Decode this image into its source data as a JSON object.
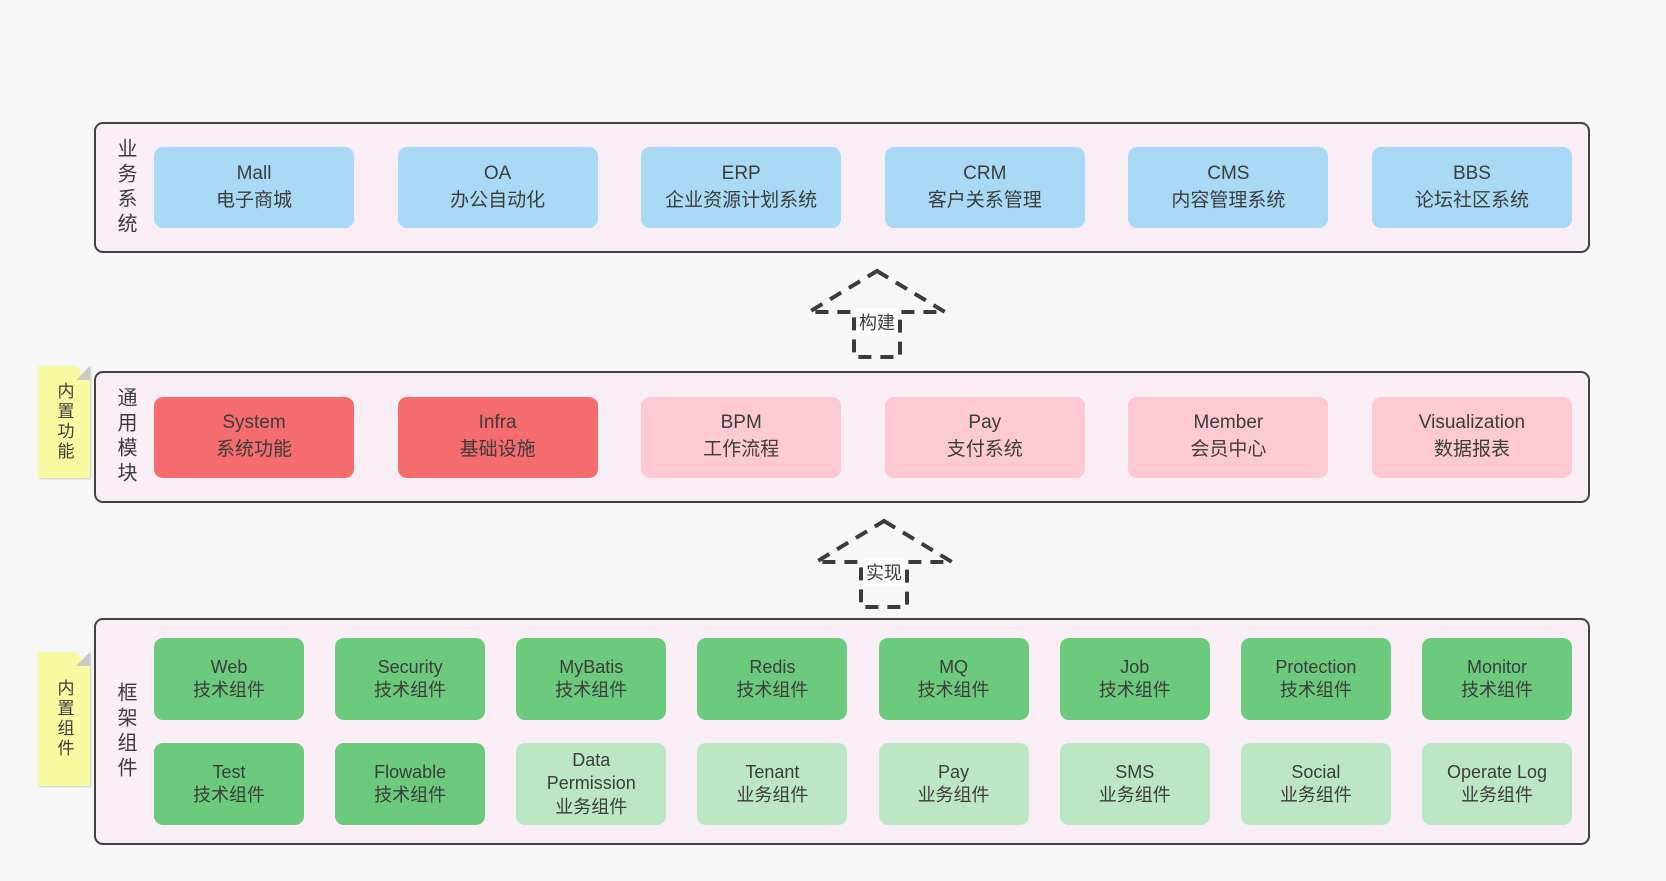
{
  "colors": {
    "page_bg": "#f7f7f7",
    "panel_bg": "#f9eef6",
    "panel_border": "#424242",
    "blue": "#a9daf5",
    "red": "#f56c6f",
    "pink": "#fdcad4",
    "green": "#6cca7d",
    "light_green": "#bde7c4",
    "sticky_yellow": "#fafaa0",
    "text": "#3c3c3c"
  },
  "arrows": {
    "build": "构建",
    "implement": "实现"
  },
  "layers": {
    "business": {
      "label": "业务系统",
      "boxes": [
        {
          "title": "Mall",
          "subtitle": "电子商城"
        },
        {
          "title": "OA",
          "subtitle": "办公自动化"
        },
        {
          "title": "ERP",
          "subtitle": "企业资源计划系统"
        },
        {
          "title": "CRM",
          "subtitle": "客户关系管理"
        },
        {
          "title": "CMS",
          "subtitle": "内容管理系统"
        },
        {
          "title": "BBS",
          "subtitle": "论坛社区系统"
        }
      ]
    },
    "modules": {
      "label": "通用模块",
      "sticky": "内置功能",
      "boxes": [
        {
          "title": "System",
          "subtitle": "系统功能"
        },
        {
          "title": "Infra",
          "subtitle": "基础设施"
        },
        {
          "title": "BPM",
          "subtitle": "工作流程"
        },
        {
          "title": "Pay",
          "subtitle": "支付系统"
        },
        {
          "title": "Member",
          "subtitle": "会员中心"
        },
        {
          "title": "Visualization",
          "subtitle": "数据报表"
        }
      ]
    },
    "components": {
      "label": "框架组件",
      "sticky": "内置组件",
      "row_top": [
        {
          "title": "Web",
          "subtitle": "技术组件"
        },
        {
          "title": "Security",
          "subtitle": "技术组件"
        },
        {
          "title": "MyBatis",
          "subtitle": "技术组件"
        },
        {
          "title": "Redis",
          "subtitle": "技术组件"
        },
        {
          "title": "MQ",
          "subtitle": "技术组件"
        },
        {
          "title": "Job",
          "subtitle": "技术组件"
        },
        {
          "title": "Protection",
          "subtitle": "技术组件"
        },
        {
          "title": "Monitor",
          "subtitle": "技术组件"
        }
      ],
      "row_bottom": [
        {
          "title": "Test",
          "subtitle": "技术组件"
        },
        {
          "title": "Flowable",
          "subtitle": "技术组件"
        },
        {
          "title": "Data Permission",
          "subtitle": "业务组件"
        },
        {
          "title": "Tenant",
          "subtitle": "业务组件"
        },
        {
          "title": "Pay",
          "subtitle": "业务组件"
        },
        {
          "title": "SMS",
          "subtitle": "业务组件"
        },
        {
          "title": "Social",
          "subtitle": "业务组件"
        },
        {
          "title": "Operate Log",
          "subtitle": "业务组件"
        }
      ]
    }
  }
}
